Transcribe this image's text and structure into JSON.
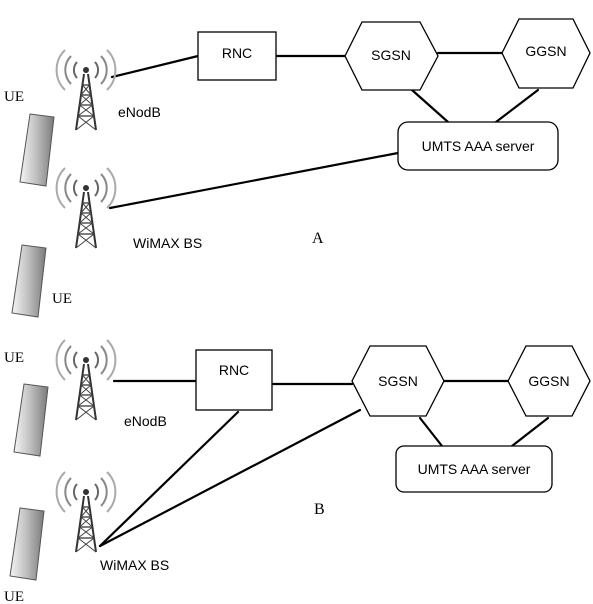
{
  "panels": [
    {
      "id": "A",
      "caption": "A",
      "labels": {
        "ue_top": "UE",
        "ue_bottom": "UE",
        "enodeb": "eNodB",
        "wimax": "WiMAX BS",
        "rnc": "RNC",
        "sgsn": "SGSN",
        "ggsn": "GGSN",
        "aaa": "UMTS AAA server"
      }
    },
    {
      "id": "B",
      "caption": "B",
      "labels": {
        "ue_top": "UE",
        "ue_bottom": "UE",
        "enodeb": "eNodB",
        "wimax": "WiMAX BS",
        "rnc": "RNC",
        "sgsn": "SGSN",
        "ggsn": "GGSN",
        "aaa": "UMTS AAA server"
      }
    }
  ],
  "icons": {
    "tower": "antenna-tower-icon",
    "ue": "user-equipment-device-icon"
  }
}
